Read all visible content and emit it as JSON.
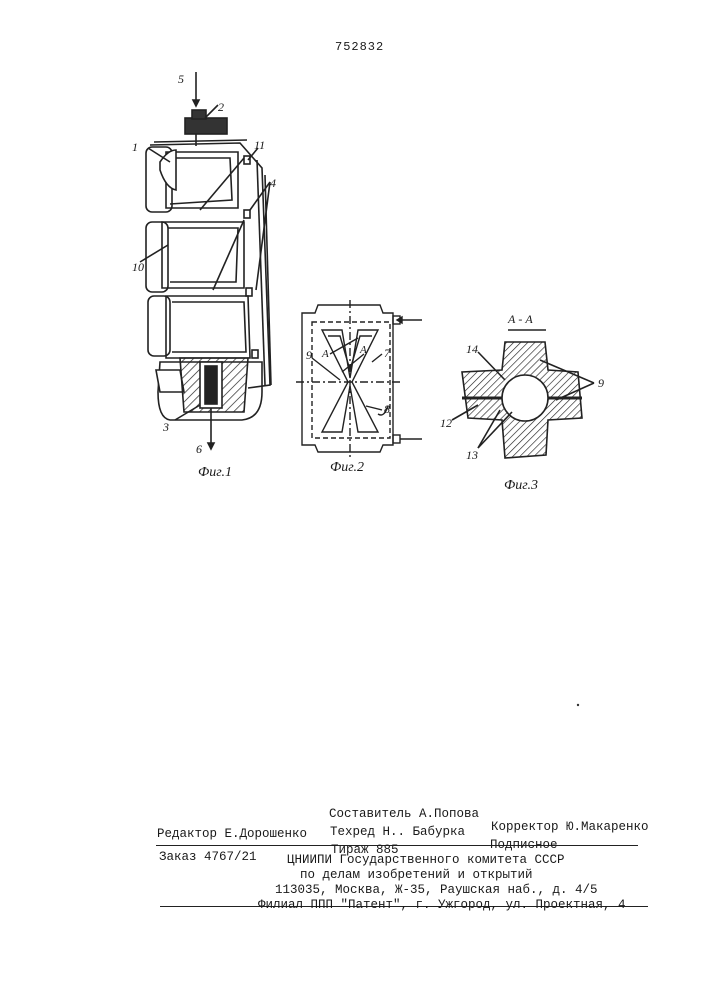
{
  "patent_number": "752832",
  "figures": {
    "fig1": {
      "caption": "Фиг.1",
      "labels": {
        "l5": "5",
        "l2": "2",
        "l1": "1",
        "l11": "11",
        "l4": "4",
        "l10": "10",
        "l3": "3",
        "l6": "6"
      }
    },
    "fig2": {
      "caption": "Фиг.2",
      "labels": {
        "l9": "9",
        "l7": "7",
        "l8": "8",
        "lA1": "А",
        "lA2": "А"
      }
    },
    "fig3": {
      "caption": "Фиг.3",
      "section": "А - А",
      "labels": {
        "l14": "14",
        "l9": "9",
        "l12": "12",
        "l13": "13"
      }
    }
  },
  "footer": {
    "compiler": "Составитель  А.Попова",
    "editor": "Редактор  Е.Дорошенко",
    "techred": "Техред Н.. Бабурка",
    "corrector": "Корректор Ю.Макаренко",
    "order": "Заказ 4767/21",
    "circulation": "Тираж 885",
    "subscription": "Подписное",
    "org_line1": "ЦНИИПИ Государственного комитета СССР",
    "org_line2": "по делам изобретений и открытий",
    "address": "113035, Москва, Ж-35, Раушская наб., д. 4/5",
    "branch": "Филиал ППП \"Патент\", г. Ужгород, ул. Проектная, 4"
  }
}
